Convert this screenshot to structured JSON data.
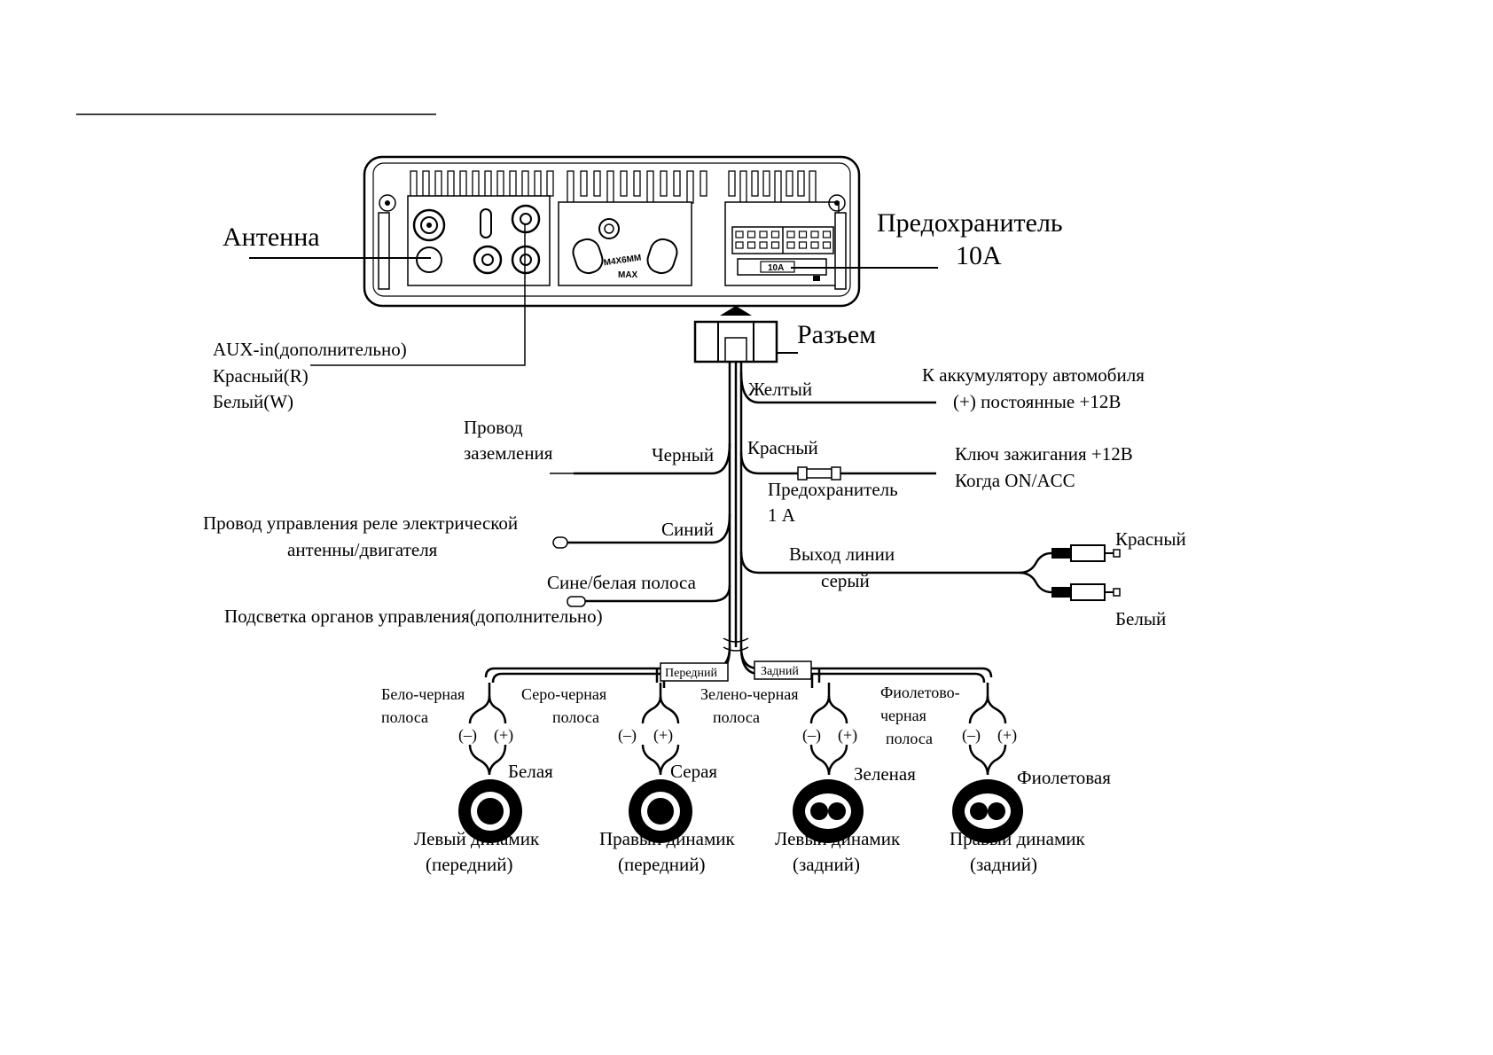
{
  "unit": {
    "antenna": "Антенна",
    "fuse_main": "Предохранитель",
    "fuse_main_rating": "10A",
    "fuse_plate": "10A",
    "screw_mark_1": "M4X6MM",
    "screw_mark_2": "MAX",
    "aux": [
      "AUX-in(дополнительно)",
      "Красный(R)",
      "Белый(W)"
    ]
  },
  "connector": "Разъем",
  "wires": {
    "yellow": "Желтый",
    "battery": [
      "К аккумулятору автомобиля",
      "(+) постоянные +12В"
    ],
    "red": "Красный",
    "ignition": [
      "Ключ зажигания +12В",
      "Когда ON/ACC"
    ],
    "fuse_small": [
      "Предохранитель",
      "1 А"
    ],
    "ground": [
      "Провод",
      "заземления"
    ],
    "black": "Черный",
    "relay": [
      "Провод управления реле электрической",
      "антенны/двигателя"
    ],
    "blue": "Синий",
    "blue_white": "Сине/белая полоса",
    "illumination": "Подсветка органов управления(дополнительно)",
    "line_out": [
      "Выход линии",
      "серый"
    ],
    "rca_red": "Красный",
    "rca_white": "Белый"
  },
  "speaker_groups": {
    "front": "Передний",
    "rear": "Задний"
  },
  "polarity": {
    "minus": "(–)",
    "plus": "(+)"
  },
  "speakers": [
    {
      "stripe": [
        "Бело-черная",
        "полоса"
      ],
      "color": "Белая",
      "name": [
        "Левый динамик",
        "(передний)"
      ]
    },
    {
      "stripe": [
        "Серо-черная",
        "полоса"
      ],
      "color": "Серая",
      "name": [
        "Правый динамик",
        "(передний)"
      ]
    },
    {
      "stripe": [
        "Зелено-черная",
        "полоса"
      ],
      "color": "Зеленая",
      "name": [
        "Левый динамик",
        "(задний)"
      ]
    },
    {
      "stripe": [
        "Фиолетово-",
        "черная",
        "полоса"
      ],
      "color": "Фиолетовая",
      "name": [
        "Правый динамик",
        "(задний)"
      ]
    }
  ]
}
